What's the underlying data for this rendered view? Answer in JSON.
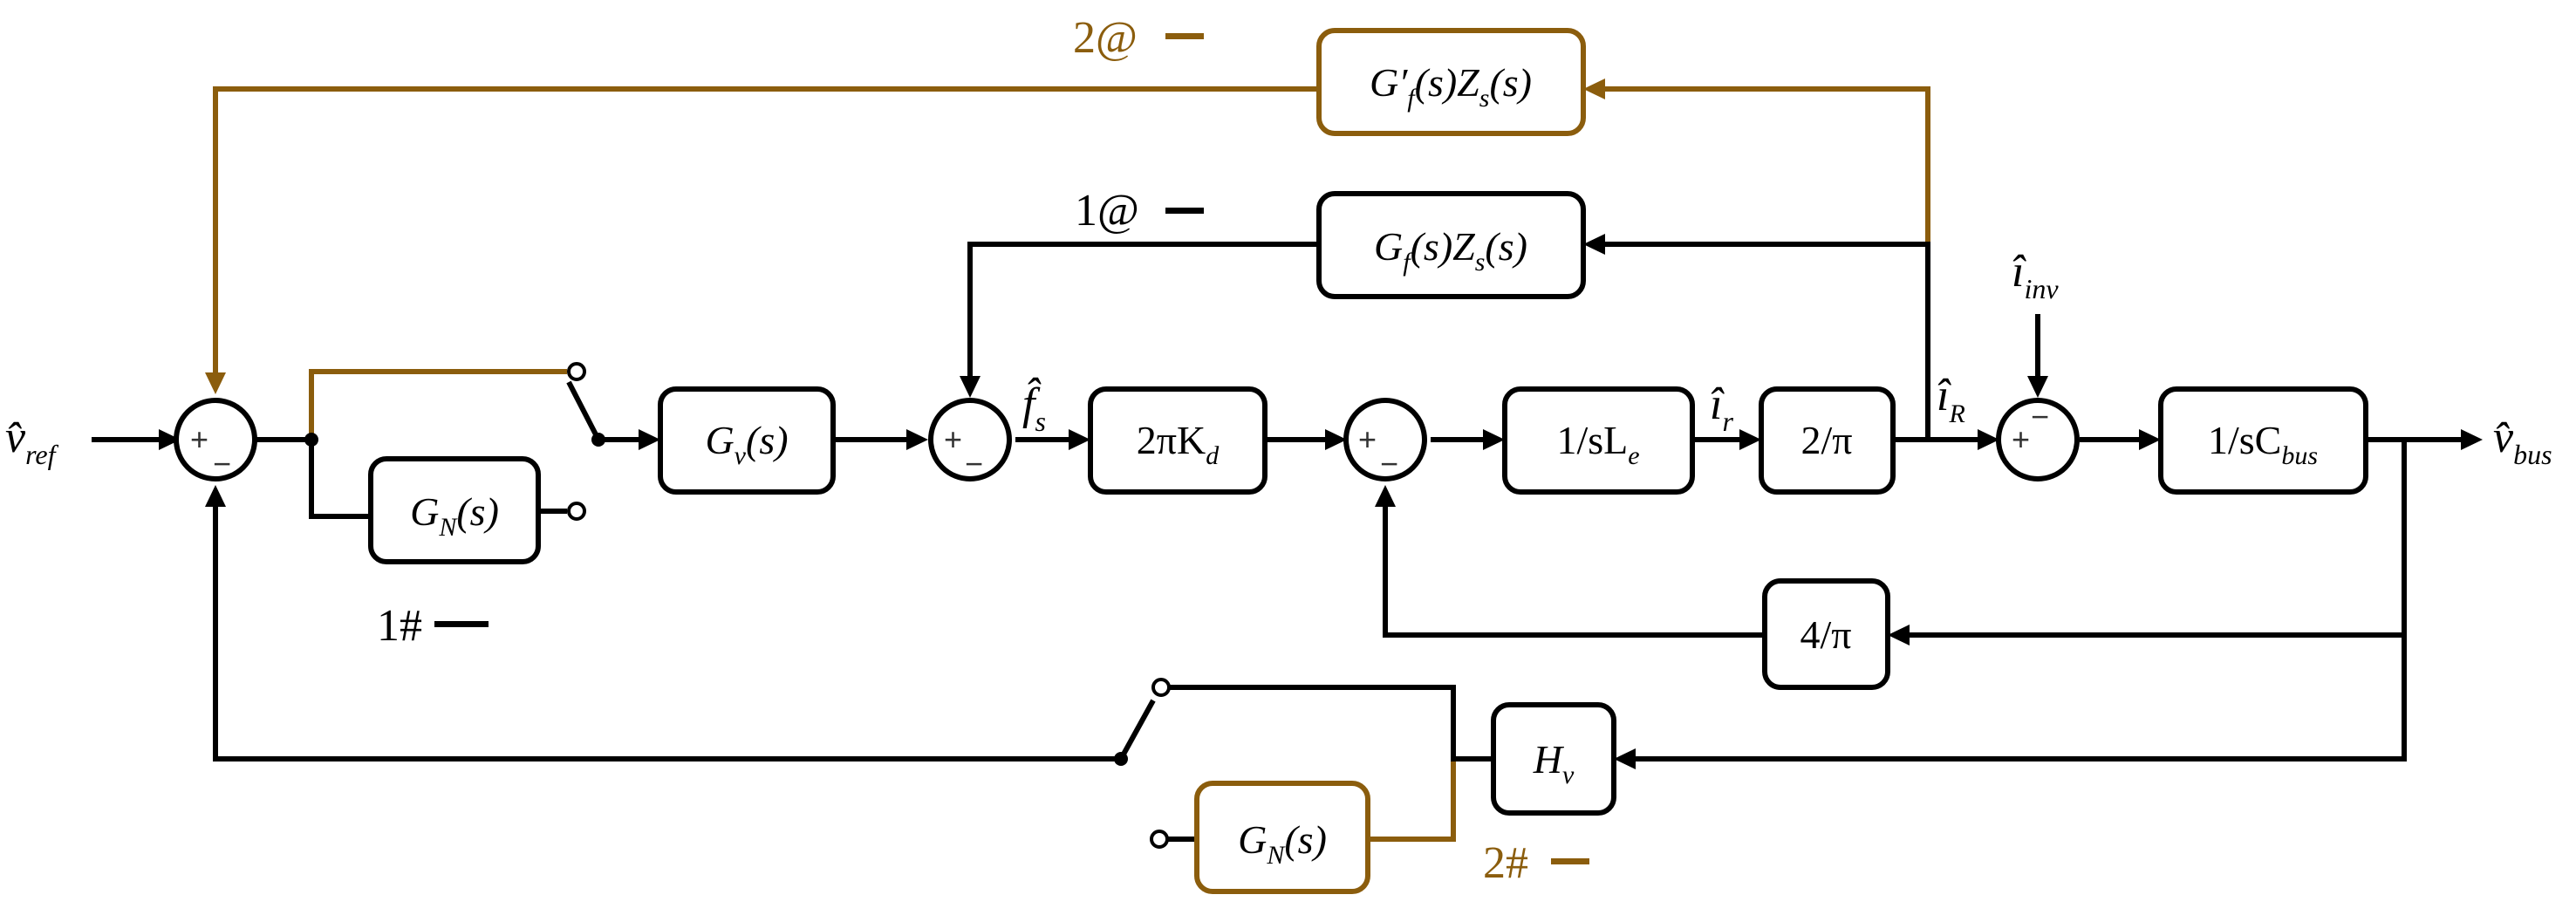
{
  "signals": {
    "v_ref": {
      "base": "v̂",
      "sub": "ref"
    },
    "v_bus": {
      "base": "v̂",
      "sub": "bus"
    },
    "f_s": {
      "base": "f̂",
      "sub": "s"
    },
    "i_r": {
      "base": "î",
      "sub": "r"
    },
    "i_R": {
      "base": "î",
      "sub": "R"
    },
    "i_inv": {
      "base": "î",
      "sub": "inv"
    }
  },
  "blocks": {
    "gfp_zs": {
      "a": "G′",
      "a_sub": "f",
      "b": "(s)Z",
      "b_sub": "s",
      "c": "(s)"
    },
    "gf_zs": {
      "a": "G",
      "a_sub": "f",
      "b": "(s)Z",
      "b_sub": "s",
      "c": "(s)"
    },
    "gv": {
      "a": "G",
      "a_sub": "v",
      "c": "(s)"
    },
    "gn_1": {
      "a": "G",
      "a_sub": "N",
      "c": "(s)"
    },
    "gn_2": {
      "a": "G",
      "a_sub": "N",
      "c": "(s)"
    },
    "kd": {
      "a": "2πK",
      "a_sub": "d"
    },
    "sle": {
      "a": "1/sL",
      "a_sub": "e"
    },
    "two_pi": {
      "a": "2/π"
    },
    "four_pi": {
      "a": "4/π"
    },
    "scbus": {
      "a": "1/sC",
      "a_sub": "bus"
    },
    "hv": {
      "a": "H",
      "a_sub": "v"
    }
  },
  "signs": {
    "plus": "+",
    "minus": "−"
  },
  "legend": {
    "path_2at": "2@",
    "path_1at": "1@",
    "path_1hash": "1#",
    "path_2hash": "2#"
  },
  "colors": {
    "highlight": "#8b5d0d",
    "line": "#000000"
  }
}
